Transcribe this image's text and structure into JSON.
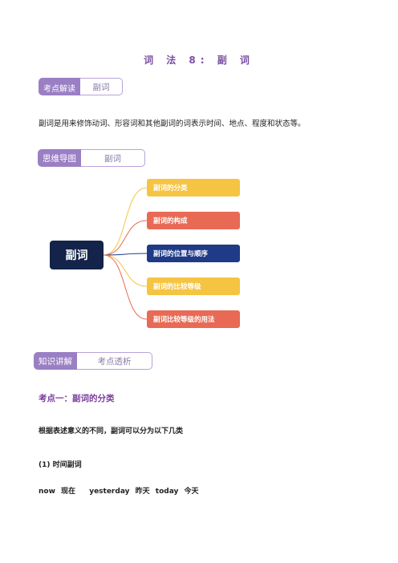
{
  "title": "词 法 8: 副 词",
  "section1": {
    "label": "考点解读",
    "value": "副词"
  },
  "intro": "副词是用来修饰动词、形容词和其他副词的词表示时间、地点、程度和状态等。",
  "section2": {
    "label": "思维导图",
    "value": "副词"
  },
  "mindmap": {
    "root": "副词",
    "branches": [
      {
        "label": "副词的分类",
        "color": "#f5c443"
      },
      {
        "label": "副词的构成",
        "color": "#e86a55"
      },
      {
        "label": "副词的位置与顺序",
        "color": "#1f3a86"
      },
      {
        "label": "副词的比较等级",
        "color": "#f5c443"
      },
      {
        "label": "副词比较等级的用法",
        "color": "#e86a55"
      }
    ]
  },
  "section3": {
    "label": "知识讲解",
    "value": "考点透析"
  },
  "kaodian1": {
    "title": "考点一：副词的分类"
  },
  "content": {
    "line1": "根据表述意义的不同，副词可以分为以下几类",
    "line2": "(1) 时间副词",
    "words": [
      "now",
      "现在",
      "yesterday",
      "昨天",
      "today",
      "今天"
    ]
  }
}
